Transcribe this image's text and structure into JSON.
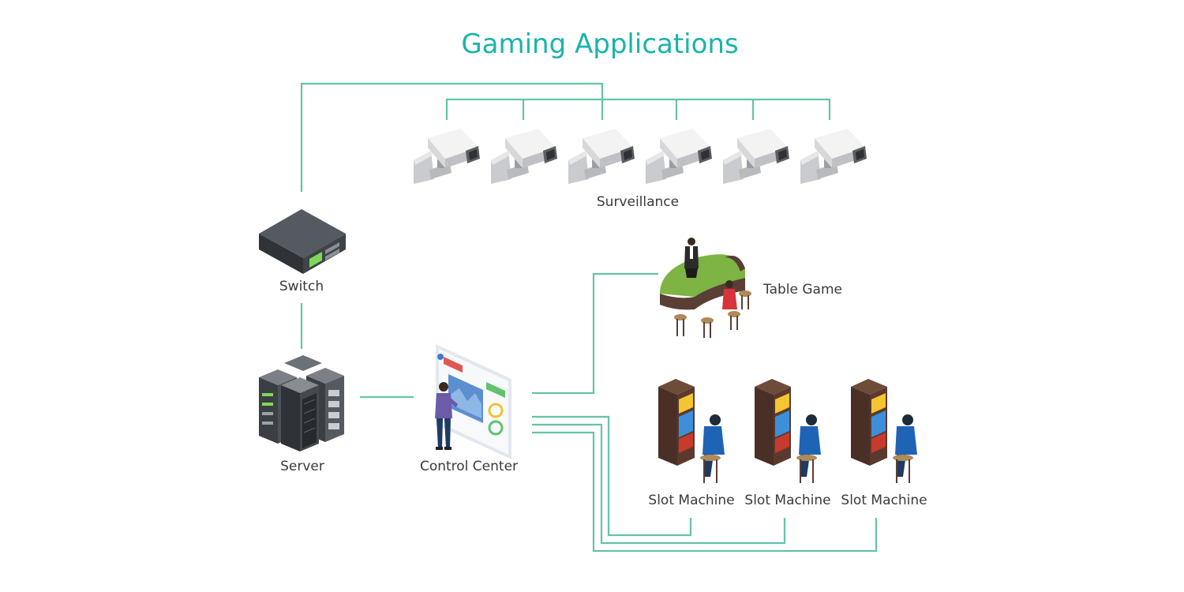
{
  "title": "Gaming Applications",
  "labels": {
    "surveillance": "Surveillance",
    "switch": "Switch",
    "server": "Server",
    "control_center": "Control Center",
    "table_game": "Table Game",
    "slot_machine_1": "Slot Machine",
    "slot_machine_2": "Slot Machine",
    "slot_machine_3": "Slot Machine"
  },
  "colors": {
    "title": "#1ab3ad",
    "connector": "#64c3a8",
    "label": "#3a3a3a"
  },
  "icons": {
    "camera": "surveillance-camera-icon",
    "switch": "network-switch-icon",
    "server": "server-rack-icon",
    "control_center": "control-center-icon",
    "table_game": "table-game-icon",
    "slot_machine": "slot-machine-icon"
  }
}
